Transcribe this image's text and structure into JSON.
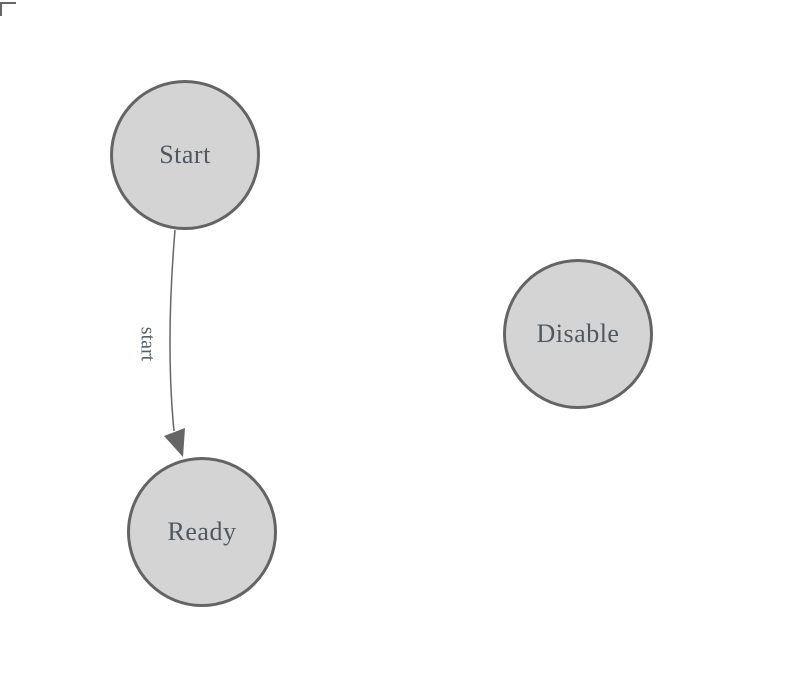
{
  "diagram": {
    "type": "state-diagram",
    "nodes": [
      {
        "id": "start",
        "label": "Start"
      },
      {
        "id": "ready",
        "label": "Ready"
      },
      {
        "id": "disable",
        "label": "Disable"
      }
    ],
    "edges": [
      {
        "from": "start",
        "to": "ready",
        "label": "start"
      }
    ],
    "colors": {
      "background": "#ffffff",
      "node_fill": "#d4d4d4",
      "node_stroke": "#646464",
      "node_text": "#4f5861",
      "edge_line": "#666666",
      "edge_text": "#55606e"
    }
  }
}
